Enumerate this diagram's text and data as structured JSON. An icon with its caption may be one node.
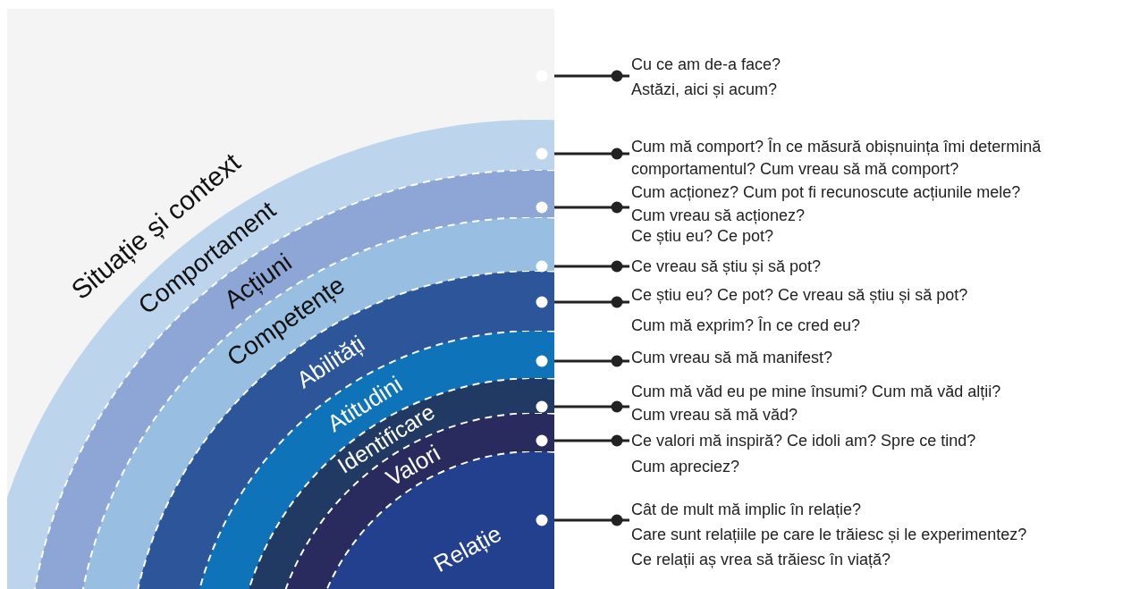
{
  "diagram": {
    "nodes": [
      {
        "text": [
          "Situație și context"
        ]
      },
      {
        "text": [
          "Comportament"
        ],
        "in": 0
      },
      {
        "text": [
          "Acțiuni"
        ],
        "in": 1
      },
      {
        "text": [
          "Competențe"
        ],
        "in": 2
      },
      {
        "text": [
          "Abilități"
        ],
        "in": 3
      },
      {
        "text": [
          "Atitudini"
        ],
        "in": 4
      },
      {
        "text": [
          "Identificare"
        ],
        "in": 5
      },
      {
        "text": [
          "Valori"
        ],
        "in": 6
      },
      {
        "text": [
          "Relație"
        ],
        "in": 7
      },
      {
        "text": [
          "Cu ce am de-a face?",
          "Astăzi, aici și acum?"
        ]
      },
      {
        "text": [
          "Cum mă comport? În ce măsură obișnuința îmi determină comportamentul? Cum vreau să mă comport?"
        ]
      },
      {
        "text": [
          "Cum acționez? Cum pot fi recunoscute acțiunile mele?",
          "Cum vreau să acționez?"
        ]
      },
      {
        "text": [
          "Ce știu eu? Ce pot?",
          "Ce vreau să știu și să pot?"
        ]
      },
      {
        "text": [
          "Ce știu eu? Ce pot? Ce vreau să știu și să pot?"
        ]
      },
      {
        "text": [
          "Cum mă exprim? În ce cred eu?",
          "Cum vreau să mă manifest?"
        ]
      },
      {
        "text": [
          "Cum mă văd eu pe mine însumi? Cum mă văd alții?",
          "Cum vreau să mă văd?"
        ]
      },
      {
        "text": [
          "Ce valori mă inspiră? Ce idoli am? Spre ce tind?",
          "Cum apreciez?"
        ]
      },
      {
        "text": [
          "Cât de mult mă implic în relație?",
          "Care sunt relațiile pe care le trăiesc și le experimentez?",
          "Ce relații aș vrea să trăiesc în viață?"
        ]
      }
    ],
    "edges": [
      {
        "from": 0,
        "to": 9,
        "arrow": "other"
      },
      {
        "from": 1,
        "to": 10,
        "arrow": "other"
      },
      {
        "from": 2,
        "to": 11,
        "arrow": "other"
      },
      {
        "from": 3,
        "to": 12,
        "arrow": "other"
      },
      {
        "from": 4,
        "to": 13,
        "arrow": "other"
      },
      {
        "from": 5,
        "to": 14,
        "arrow": "other"
      },
      {
        "from": 6,
        "to": 15,
        "arrow": "other"
      },
      {
        "from": 7,
        "to": 16,
        "arrow": "other"
      },
      {
        "from": 8,
        "to": 17,
        "arrow": "other"
      }
    ]
  }
}
